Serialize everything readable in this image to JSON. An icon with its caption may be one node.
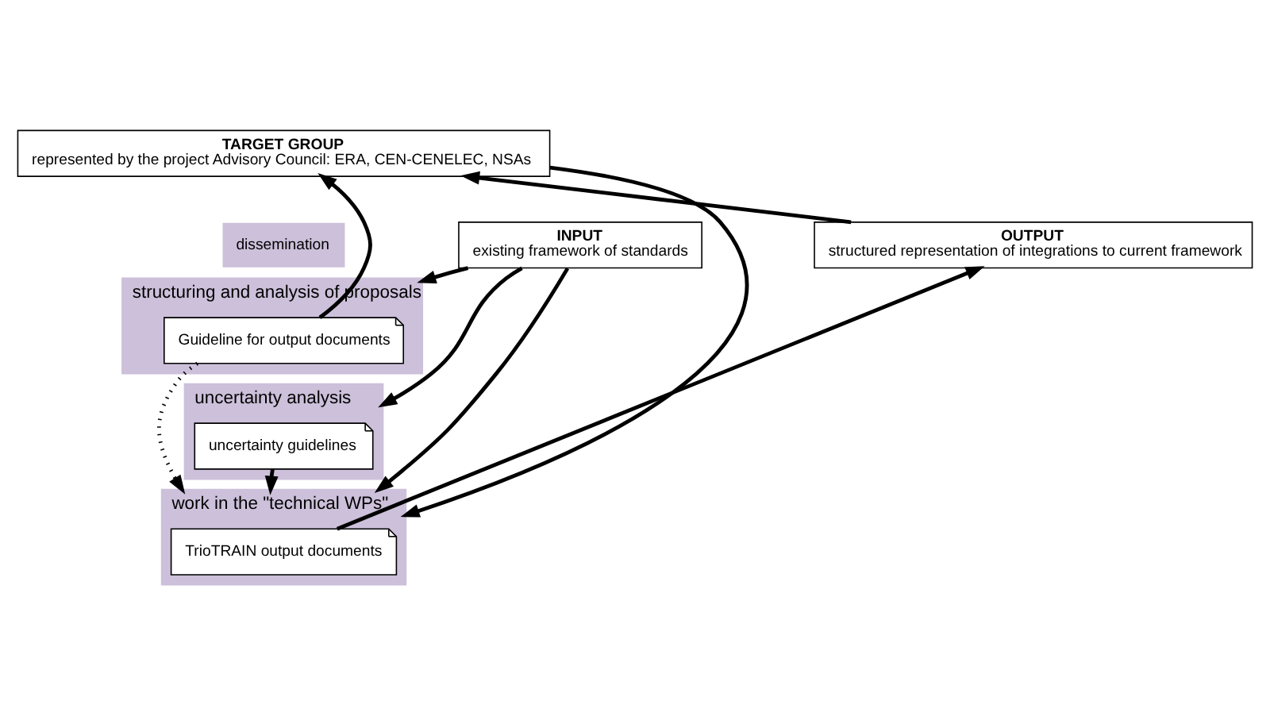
{
  "diagram": {
    "nodes": [
      {
        "text": [
          "TARGET GROUP",
          "represented by the project Advisory Council: ERA, CEN-CENELEC, NSAs"
        ]
      },
      {
        "text": [
          "INPUT",
          "existing framework of standards"
        ]
      },
      {
        "text": [
          "dissemination"
        ]
      },
      {
        "text": [
          "structuring and analysis of proposals"
        ]
      },
      {
        "text": [
          "uncertainty analysis"
        ]
      },
      {
        "text": [
          "work in the \"technical WPs\""
        ]
      },
      {
        "text": [
          "Guideline for output documents"
        ],
        "in": 3
      },
      {
        "text": [
          "uncertainty guidelines"
        ],
        "in": 4
      },
      {
        "text": [
          "TrioTRAIN output documents"
        ],
        "in": 5
      },
      {
        "text": [
          "OUTPUT",
          "structured representation of integrations to current framework"
        ]
      }
    ],
    "edges": [
      {
        "from": 1,
        "to": 3,
        "arrow": "to"
      },
      {
        "from": 1,
        "to": 4,
        "arrow": "to"
      },
      {
        "from": 1,
        "to": 5,
        "arrow": "to"
      },
      {
        "from": 0,
        "to": 5,
        "arrow": "to"
      },
      {
        "from": 6,
        "to": 0,
        "arrow": "to"
      },
      {
        "from": 6,
        "to": 5,
        "arrow": "to",
        "style": "dashed"
      },
      {
        "from": 7,
        "to": 5,
        "arrow": "to"
      },
      {
        "from": 8,
        "to": 9,
        "arrow": "to"
      },
      {
        "from": 9,
        "to": 0,
        "arrow": "to"
      }
    ]
  }
}
